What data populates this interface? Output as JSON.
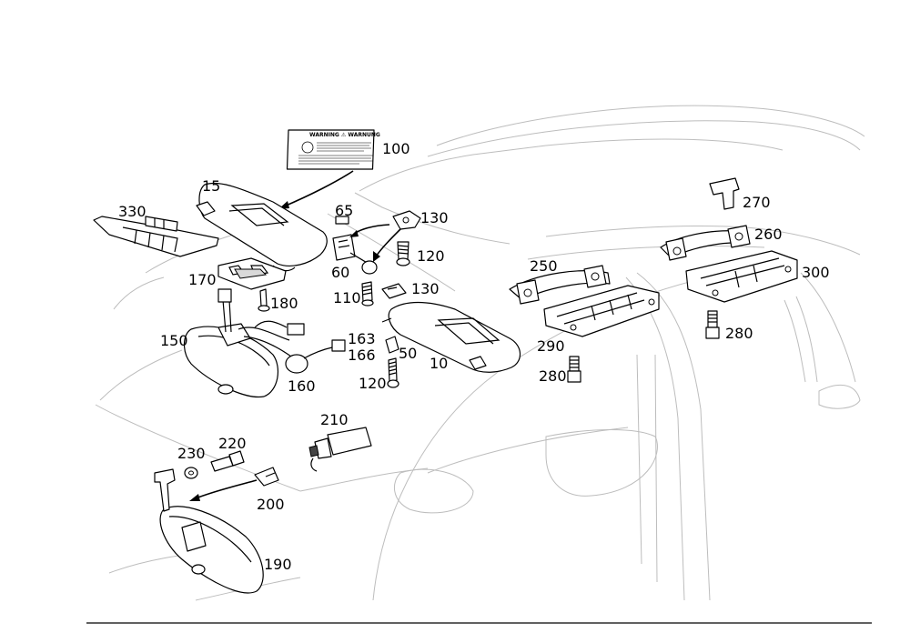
{
  "callouts": [
    {
      "id": "c100",
      "text": "100"
    },
    {
      "id": "c15",
      "text": "15"
    },
    {
      "id": "c65",
      "text": "65"
    },
    {
      "id": "c130a",
      "text": "130"
    },
    {
      "id": "c330",
      "text": "330"
    },
    {
      "id": "c120a",
      "text": "120"
    },
    {
      "id": "c60",
      "text": "60"
    },
    {
      "id": "c170",
      "text": "170"
    },
    {
      "id": "c110",
      "text": "110"
    },
    {
      "id": "c130b",
      "text": "130"
    },
    {
      "id": "c180",
      "text": "180"
    },
    {
      "id": "c150",
      "text": "150"
    },
    {
      "id": "c163",
      "text": "163"
    },
    {
      "id": "c166",
      "text": "166"
    },
    {
      "id": "c50",
      "text": "50"
    },
    {
      "id": "c10",
      "text": "10"
    },
    {
      "id": "c120b",
      "text": "120"
    },
    {
      "id": "c160",
      "text": "160"
    },
    {
      "id": "c250",
      "text": "250"
    },
    {
      "id": "c290",
      "text": "290"
    },
    {
      "id": "c280a",
      "text": "280"
    },
    {
      "id": "c270",
      "text": "270"
    },
    {
      "id": "c260",
      "text": "260"
    },
    {
      "id": "c300",
      "text": "300"
    },
    {
      "id": "c280b",
      "text": "280"
    },
    {
      "id": "c210",
      "text": "210"
    },
    {
      "id": "c230",
      "text": "230"
    },
    {
      "id": "c220",
      "text": "220"
    },
    {
      "id": "c200",
      "text": "200"
    },
    {
      "id": "c190",
      "text": "190"
    }
  ],
  "warning_label": {
    "header": "WARNING  ⚠  WARNUNG"
  }
}
